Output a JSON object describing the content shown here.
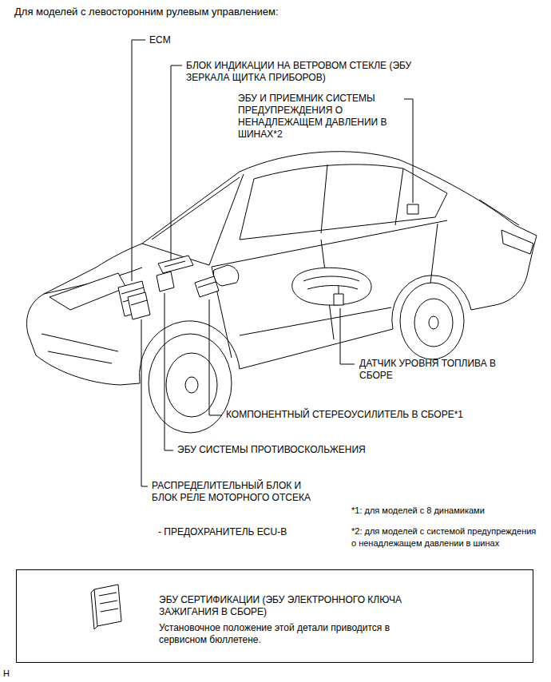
{
  "diagram": {
    "title": "Для моделей с левосторонним рулевым управлением:",
    "nodes": [
      {
        "text": [
          "ЭБУ СЕРТИФИКАЦИИ (ЭБУ ЭЛЕКТРОННОГО КЛЮЧА ЗАЖИГАНИЯ В СБОРЕ)",
          "Установочное положение этой детали приводится в сервисном бюллетене."
        ]
      }
    ],
    "labels": [
      "ECM",
      "БЛОК ИНДИКАЦИИ НА ВЕТРОВОМ СТЕКЛЕ (ЭБУ ЗЕРКАЛА ЩИТКА ПРИБОРОВ)",
      "ЭБУ И ПРИЕМНИК СИСТЕМЫ ПРЕДУПРЕЖДЕНИЯ О НЕНАДЛЕЖАЩЕМ ДАВЛЕНИИ В ШИНАХ*2",
      "ДАТЧИК УРОВНЯ ТОПЛИВА В СБОРЕ",
      "КОМПОНЕНТНЫЙ СТЕРЕОУСИЛИТЕЛЬ В СБОРЕ*1",
      "ЭБУ СИСТЕМЫ ПРОТИВОСКОЛЬЖЕНИЯ",
      "РАСПРЕДЕЛИТЕЛЬНЫЙ БЛОК И БЛОК РЕЛЕ МОТОРНОГО ОТСЕКА",
      "- ПРЕДОХРАНИТЕЛЬ ECU-B",
      "*1: для моделей с 8 динамиками",
      "*2: для моделей с системой предупреждения о ненадлежащем давлении в шинах",
      "H"
    ]
  }
}
